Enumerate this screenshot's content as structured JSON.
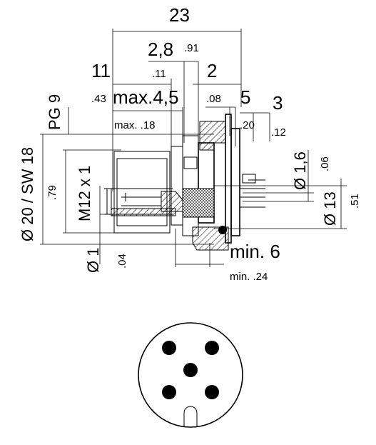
{
  "dimensions": {
    "overall_length": "23",
    "thread_length": "2,8",
    "thread_length_in": ".91",
    "dim_11": "11",
    "dim_11_in": ".43",
    "dim_11_in_sub": ".11",
    "max_length": "max.4,5",
    "max_length_in": "max. .18",
    "dim_2": "2",
    "dim_2_in": ".08",
    "dim_5": "5",
    "dim_5_in": ".20",
    "dim_3": "3",
    "dim_3_in": ".12",
    "pg_thread": "PG 9",
    "dia_20": "Ø 20 / SW 18",
    "dia_20_in": ".79",
    "m12": "M12 x 1",
    "dia_1": "Ø 1",
    "dia_1_in": ".04",
    "dia_1_6": "Ø 1,6",
    "dia_1_6_in": ".06",
    "dia_13": "Ø 13",
    "dia_13_in": ".51",
    "min_6": "min. 6",
    "min_6_in": "min. .24"
  },
  "pin_face": {
    "pin_count": 5
  }
}
